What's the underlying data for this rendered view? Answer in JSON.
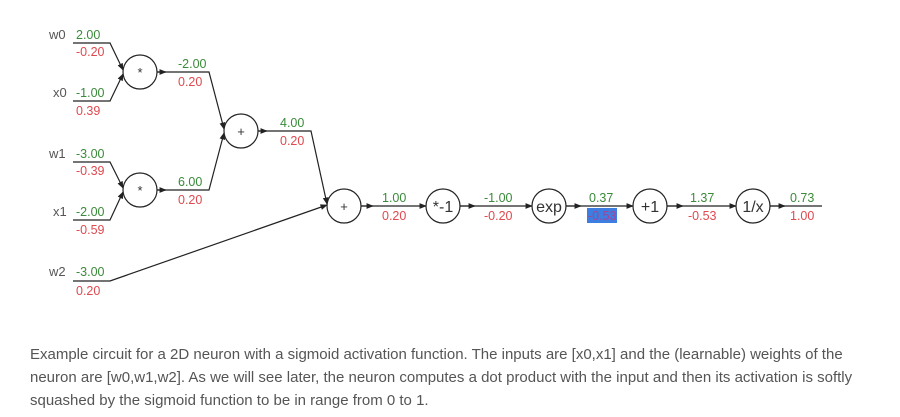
{
  "diagram": {
    "title": "2D neuron sigmoid circuit",
    "colors": {
      "forward": "#3a8a3a",
      "backward": "#e0494f",
      "highlight": "#3d7ee0"
    },
    "inputs": [
      {
        "name": "w0",
        "value": "2.00",
        "grad": "-0.20"
      },
      {
        "name": "x0",
        "value": "-1.00",
        "grad": "0.39"
      },
      {
        "name": "w1",
        "value": "-3.00",
        "grad": "-0.39"
      },
      {
        "name": "x1",
        "value": "-2.00",
        "grad": "-0.59"
      },
      {
        "name": "w2",
        "value": "-3.00",
        "grad": "0.20"
      }
    ],
    "nodes": [
      {
        "id": "mul0",
        "op": "*",
        "out_value": "-2.00",
        "out_grad": "0.20"
      },
      {
        "id": "mul1",
        "op": "*",
        "out_value": "6.00",
        "out_grad": "0.20"
      },
      {
        "id": "add0",
        "op": "+",
        "out_value": "4.00",
        "out_grad": "0.20"
      },
      {
        "id": "add1",
        "op": "+",
        "out_value": "1.00",
        "out_grad": "0.20"
      },
      {
        "id": "neg",
        "op": "*-1",
        "out_value": "-1.00",
        "out_grad": "-0.20"
      },
      {
        "id": "exp",
        "op": "exp",
        "out_value": "0.37",
        "out_grad": "-0.53",
        "grad_highlighted": true
      },
      {
        "id": "plus1",
        "op": "+1",
        "out_value": "1.37",
        "out_grad": "-0.53"
      },
      {
        "id": "recip",
        "op": "1/x",
        "out_value": "0.73",
        "out_grad": "1.00"
      }
    ]
  },
  "caption": "Example circuit for a 2D neuron with a sigmoid activation function. The inputs are [x0,x1] and the (learnable) weights of the neuron are [w0,w1,w2]. As we will see later, the neuron computes a dot product with the input and then its activation is softly squashed by the sigmoid function to be in range from 0 to 1."
}
